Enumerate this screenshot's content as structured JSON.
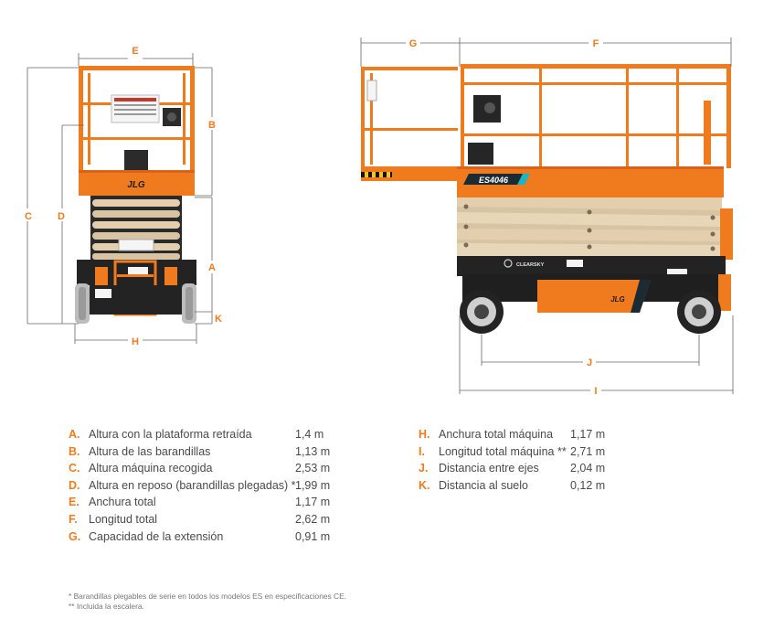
{
  "dimension_labels": {
    "A": "A",
    "B": "B",
    "C": "C",
    "D": "D",
    "E": "E",
    "F": "F",
    "G": "G",
    "H": "H",
    "I": "I",
    "J": "J",
    "K": "K"
  },
  "machine": {
    "brand": "JLG",
    "model": "ES4046",
    "panel_brand": "CLEARSKY"
  },
  "colors": {
    "orange": "#f07b1f",
    "dark_orange": "#d9631a",
    "beige": "#e3cfae",
    "black": "#232323",
    "teal": "#1fb4c3"
  },
  "specs_left": [
    {
      "letter": "A.",
      "label": "Altura con la plataforma retraída",
      "value": "1,4 m"
    },
    {
      "letter": "B.",
      "label": "Altura de las barandillas",
      "value": "1,13 m"
    },
    {
      "letter": "C.",
      "label": "Altura máquina recogida",
      "value": "2,53 m"
    },
    {
      "letter": "D.",
      "label": "Altura en reposo (barandillas plegadas) *",
      "value": "1,99 m"
    },
    {
      "letter": "E.",
      "label": "Anchura total",
      "value": "1,17 m"
    },
    {
      "letter": "F.",
      "label": "Longitud total",
      "value": "2,62 m"
    },
    {
      "letter": "G.",
      "label": "Capacidad de la extensión",
      "value": "0,91 m"
    }
  ],
  "specs_right": [
    {
      "letter": "H.",
      "label": "Anchura total máquina",
      "value": "1,17 m"
    },
    {
      "letter": "I.",
      "label": "Longitud total máquina **",
      "value": "2,71 m"
    },
    {
      "letter": "J.",
      "label": "Distancia entre ejes",
      "value": "2,04 m"
    },
    {
      "letter": "K.",
      "label": "Distancia al suelo",
      "value": "0,12 m"
    }
  ],
  "footnotes": [
    "* Barandillas plegables de serie en todos los modelos ES en especificaciones CE.",
    "** Incluida la escalera."
  ]
}
